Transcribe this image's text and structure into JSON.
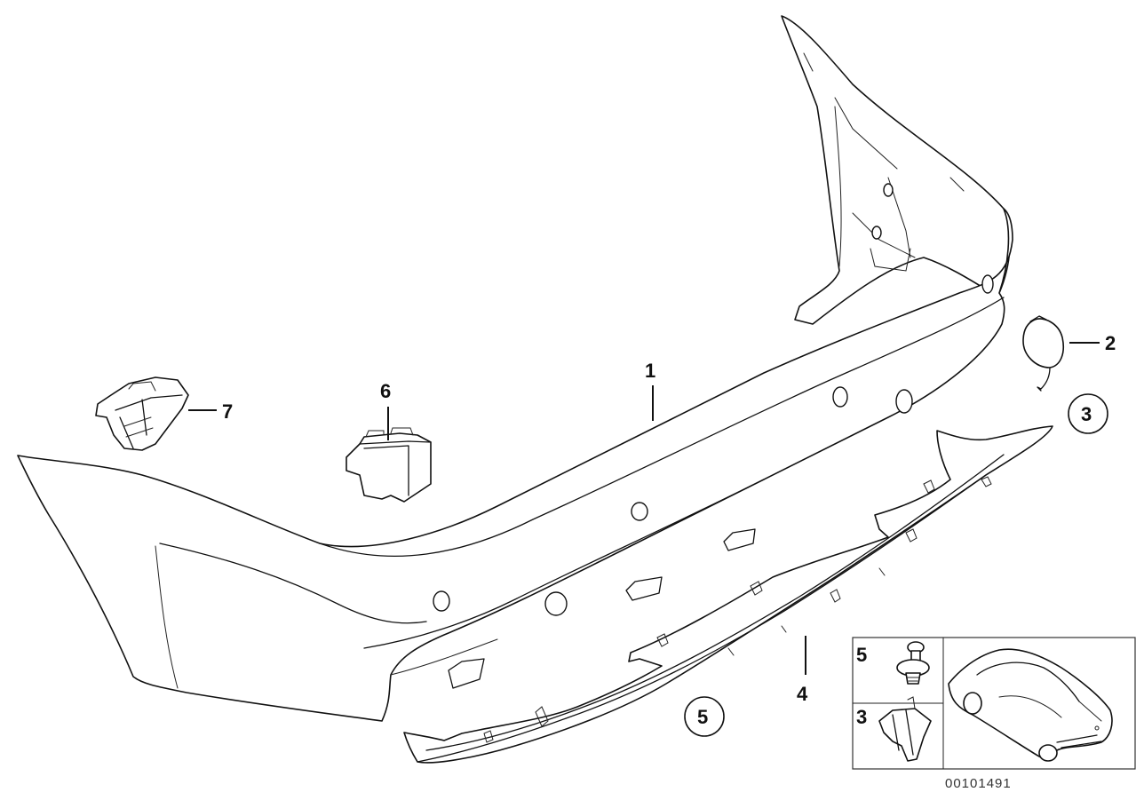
{
  "callouts": {
    "bumper_trim_panel": "1",
    "tow_hook_cover": "2",
    "circle_3": "3",
    "rear_spoiler": "4",
    "circle_5": "5",
    "control_unit": "6",
    "bracket": "7"
  },
  "inset": {
    "fastener_label": "5",
    "clip_label": "3"
  },
  "diagram_code": "00101491"
}
